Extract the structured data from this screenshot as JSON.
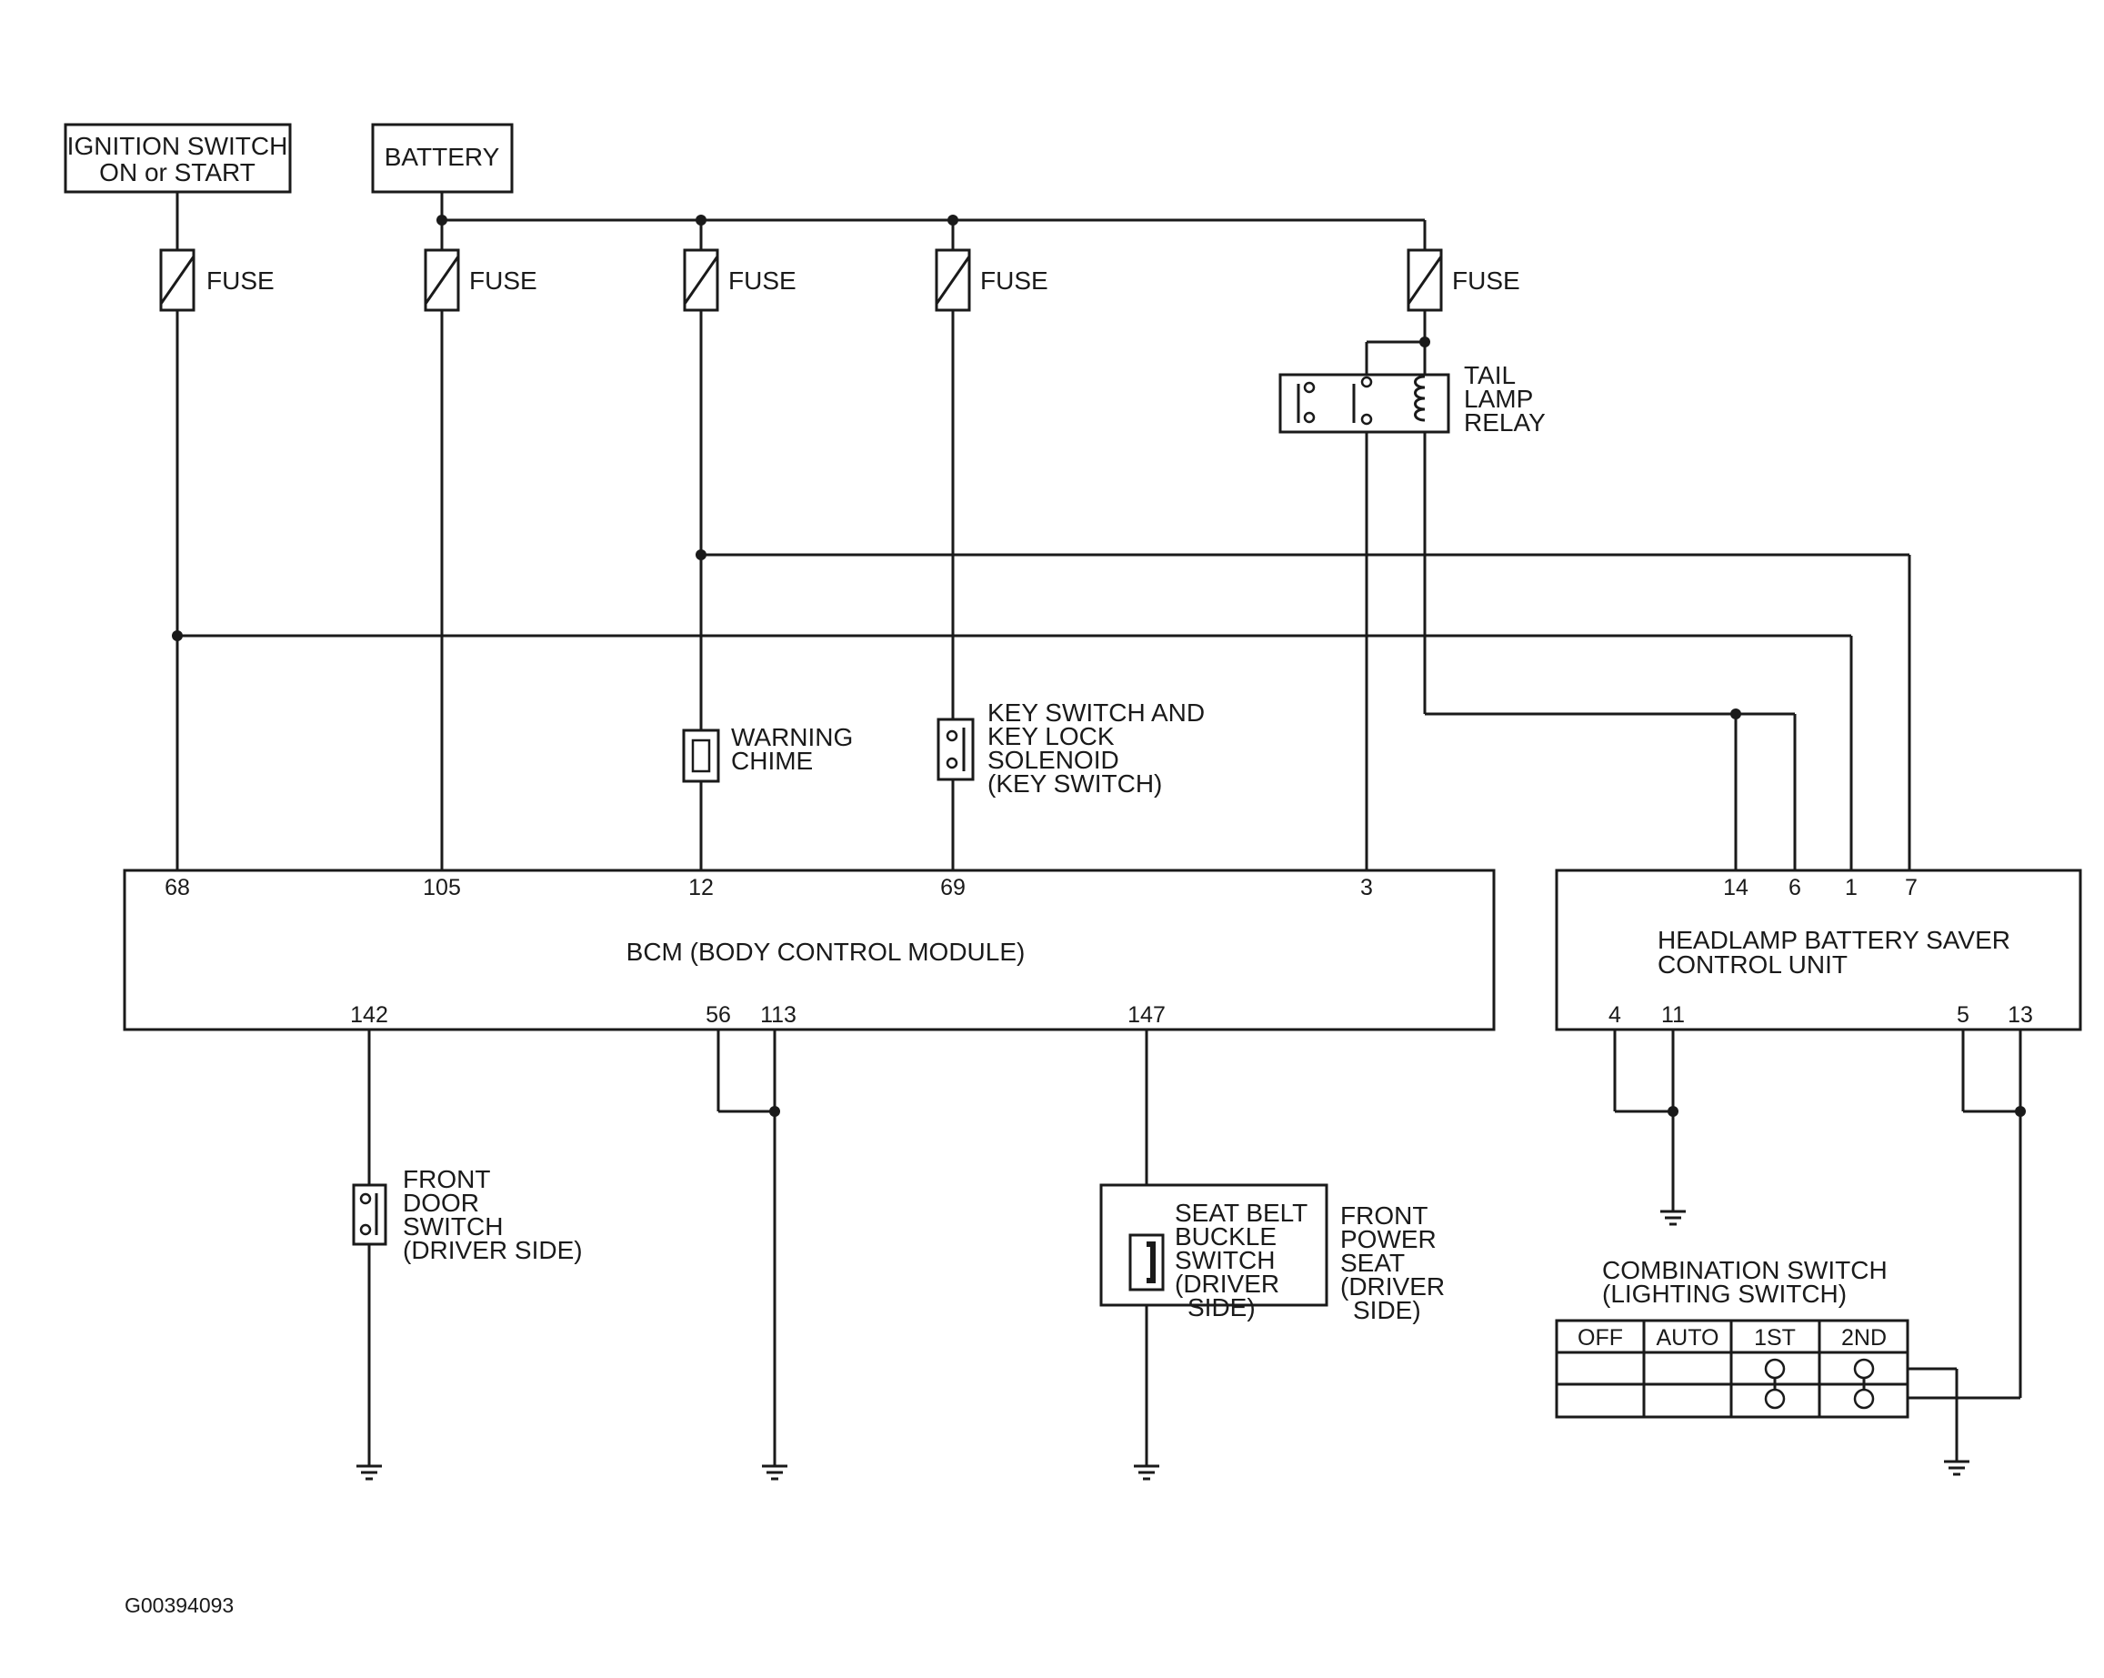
{
  "sources": {
    "ignition": [
      "IGNITION SWITCH",
      "ON or START"
    ],
    "battery": "BATTERY"
  },
  "fuse_label": "FUSE",
  "relay": {
    "label": [
      "TAIL",
      "LAMP",
      "RELAY"
    ]
  },
  "components": {
    "warning_chime": [
      "WARNING",
      "CHIME"
    ],
    "key_switch": [
      "KEY SWITCH AND",
      "KEY LOCK",
      "SOLENOID",
      "(KEY SWITCH)"
    ],
    "front_door_switch": [
      "FRONT",
      "DOOR",
      "SWITCH",
      "(DRIVER SIDE)"
    ],
    "seat_belt_buckle": [
      "SEAT BELT",
      "BUCKLE",
      "SWITCH",
      "(DRIVER",
      "SIDE)"
    ],
    "front_power_seat": [
      "FRONT",
      "POWER",
      "SEAT",
      "(DRIVER",
      "SIDE)"
    ]
  },
  "bcm": {
    "label": "BCM (BODY CONTROL MODULE)",
    "top_pins": [
      "68",
      "105",
      "12",
      "69",
      "3"
    ],
    "bottom_pins": [
      "142",
      "56",
      "113",
      "147"
    ]
  },
  "headlamp_unit": {
    "label": [
      "HEADLAMP BATTERY SAVER",
      "CONTROL UNIT"
    ],
    "top_pins": [
      "14",
      "6",
      "1",
      "7"
    ],
    "bottom_pins": [
      "4",
      "11",
      "5",
      "13"
    ]
  },
  "combination_switch": {
    "title": [
      "COMBINATION SWITCH",
      "(LIGHTING SWITCH)"
    ],
    "columns": [
      "OFF",
      "AUTO",
      "1ST",
      "2ND"
    ]
  },
  "figure_code": "G00394093"
}
